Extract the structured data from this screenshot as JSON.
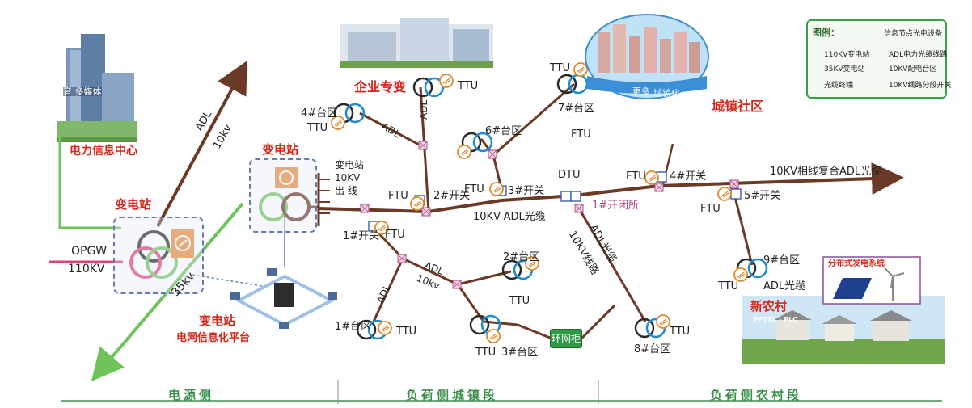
{
  "colors": {
    "line_brown": "#6b3a26",
    "line_green": "#6fc35a",
    "opgw_pink": "#e0407a",
    "label_red": "#d5281c",
    "segment_green": "#3d8f4b",
    "legend_border": "#39a047",
    "ring_unit": "#2f9a46"
  },
  "labels": {
    "power_info_center": "电力信息中心",
    "main_substation": "变电站",
    "opgw": "OPGW",
    "kv110": "110KV",
    "kv35": "35kv",
    "adl": "ADL",
    "kv10_top": "10kv",
    "sub2": "变电站",
    "sub2_outlet1": "变电站",
    "sub2_outlet2": "10KV",
    "sub2_outlet3": "出 线",
    "sub3": "变电站",
    "grid_platform": "电网信息化平台",
    "enterprise": "企业专变",
    "town_community": "城镇社区",
    "new_village": "新农村",
    "village_tech": "PFTTX · PLC",
    "distributed": "分布式发电系统",
    "main_line": "10KV-ADL光缆",
    "composite": "10KV相线复合ADL光缆",
    "kv10_adl_1": "10KV线路",
    "kv10_adl_2": "ADL光缆",
    "adl_cable_right": "ADL光缆",
    "ring_unit": "环网柜",
    "switching_station": "1#开闭所",
    "dtu": "DTU",
    "more": "更多",
    "audio": "音 多媒体",
    "town_sign": "城镇化"
  },
  "nodes": {
    "ttu": "TTU",
    "ftu": "FTU",
    "area1": "1#台区",
    "area2": "2#台区",
    "area3": "3#台区",
    "area4": "4#台区",
    "area6": "6#台区",
    "area7": "7#台区",
    "area8": "8#台区",
    "area9": "9#台区",
    "sw1": "1#开关",
    "sw2": "2#开关",
    "sw3": "3#开关",
    "sw4": "4#开关",
    "sw5": "5#开关"
  },
  "legend": {
    "title": "图例：",
    "items": [
      "信息节点光电设备",
      "110KV变电站",
      "ADL电力光缆线路",
      "35KV变电站",
      "10KV配电台区",
      "光缆终端",
      "10KV线路分段开关"
    ]
  },
  "segments": [
    "电源侧",
    "负荷侧城镇段",
    "负荷侧农村段"
  ]
}
